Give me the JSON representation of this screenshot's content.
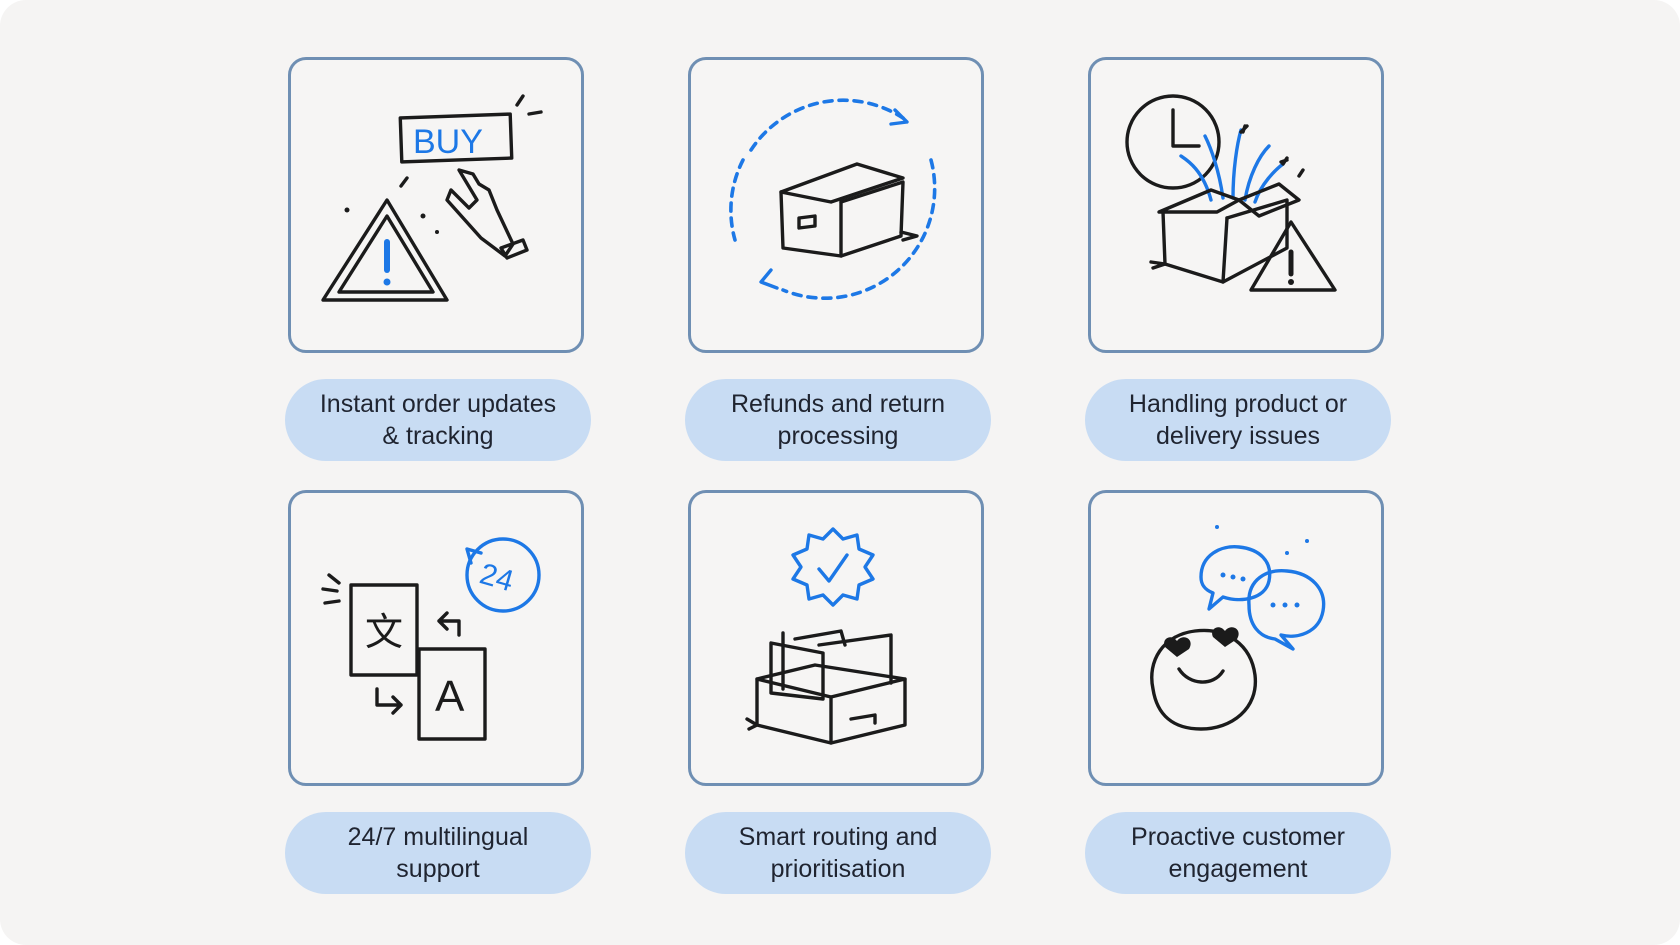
{
  "cards": [
    {
      "label": "Instant order updates & tracking",
      "icon": "buy-button-warning-icon",
      "icon_text": "BUY"
    },
    {
      "label": "Refunds and return processing",
      "icon": "box-return-cycle-icon"
    },
    {
      "label": "Handling product or delivery issues",
      "icon": "box-clock-warning-icon"
    },
    {
      "label": "24/7 multilingual support",
      "icon": "translation-24-icon",
      "icon_text": "24",
      "icon_text_2": "文",
      "icon_text_3": "A"
    },
    {
      "label": "Smart routing and prioritisation",
      "icon": "file-drawer-badge-icon"
    },
    {
      "label": "Proactive customer engagement",
      "icon": "happy-face-chat-icon"
    }
  ],
  "colors": {
    "accent": "#1d78e6",
    "border": "#6f8fb3",
    "pill": "#c8dcf3",
    "background": "#f5f4f3"
  }
}
